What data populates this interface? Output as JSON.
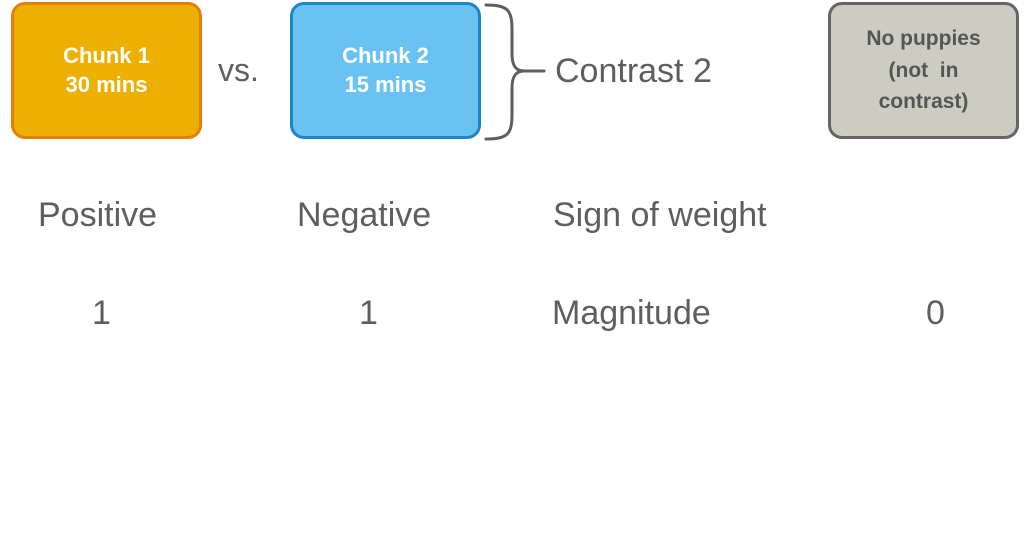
{
  "chunk1": {
    "line1": "Chunk 1",
    "line2": "30 mins"
  },
  "vs": "vs.",
  "chunk2": {
    "line1": "Chunk 2",
    "line2": "15 mins"
  },
  "contrast_label": "Contrast 2",
  "no_puppies": {
    "line1": "No puppies",
    "line2": "(not  in",
    "line3": "contrast)"
  },
  "row_sign": {
    "chunk1": "Positive",
    "chunk2": "Negative",
    "label": "Sign of weight"
  },
  "row_magnitude": {
    "chunk1": "1",
    "chunk2": "1",
    "label": "Magnitude",
    "no_puppies": "0"
  },
  "colors": {
    "chunk1_fill": "#EEB000",
    "chunk1_border": "#E27F0D",
    "chunk2_fill": "#69C2F2",
    "chunk2_border": "#1D86C5",
    "no_puppies_fill": "#CDCCC0",
    "no_puppies_border": "#656565",
    "text": "#5E5E5E"
  }
}
